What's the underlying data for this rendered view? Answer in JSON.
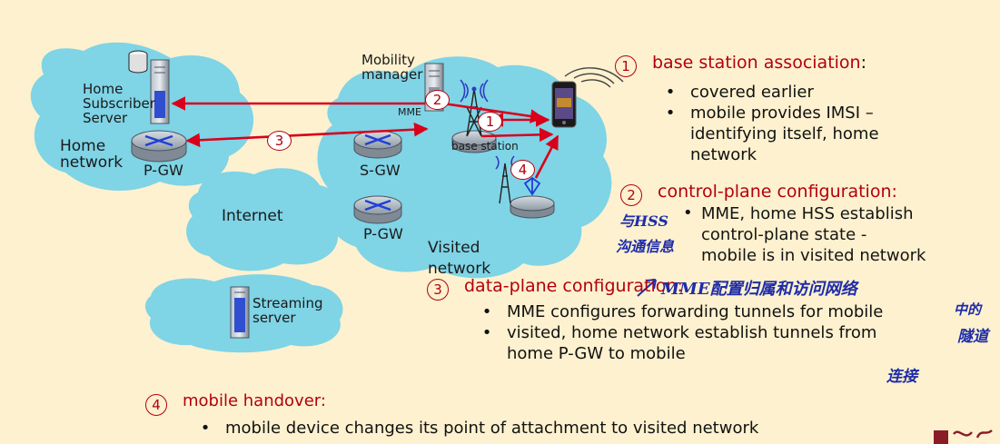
{
  "diagram": {
    "home_network": {
      "hss_label": "Home\nSubscriber\nServer",
      "network_label": "Home\nnetwork",
      "pgw_label": "P-GW"
    },
    "visited_network": {
      "mobility_manager_label": "Mobility\nmanager",
      "mme_label": "MME",
      "base_station_label": "base station",
      "sgw_label": "S-GW",
      "pgw_label": "P-GW",
      "network_label": "Visited\nnetwork"
    },
    "internet_label": "Internet",
    "streaming_label": "Streaming\nserver",
    "markers": [
      "1",
      "2",
      "3",
      "4"
    ]
  },
  "steps": [
    {
      "num": "1",
      "title": "base station association",
      "colon": ":",
      "bullets": [
        "covered earlier",
        "mobile  provides IMSI –",
        "identifying itself, home",
        "network"
      ]
    },
    {
      "num": "2",
      "title": "control-plane configuration:",
      "bullets": [
        "MME, home HSS establish",
        "control-plane state -",
        "mobile is in visited network"
      ]
    },
    {
      "num": "3",
      "title": "data-plane configuration:",
      "bullets": [
        "MME configures forwarding tunnels for mobile",
        "visited, home network establish tunnels from",
        "home P-GW to mobile"
      ]
    },
    {
      "num": "4",
      "title": "mobile handover:",
      "bullets": [
        "mobile device changes its point of attachment to visited network"
      ]
    }
  ],
  "bullet_glyph": "•",
  "handwritten": {
    "note_hss_1": "与HSS",
    "note_hss_2": "沟通信息",
    "note_mme_1": "MME配置归属和访问网络",
    "note_mme_2": "中的",
    "note_mme_3": "隧道",
    "note_mme_4": "连接"
  },
  "colors": {
    "background": "#fdf1cf",
    "cloud": "#7fd4e6",
    "accent_red": "#b3000c",
    "arrow_red": "#d9001b",
    "handwriting_blue": "#1e2ca8"
  }
}
